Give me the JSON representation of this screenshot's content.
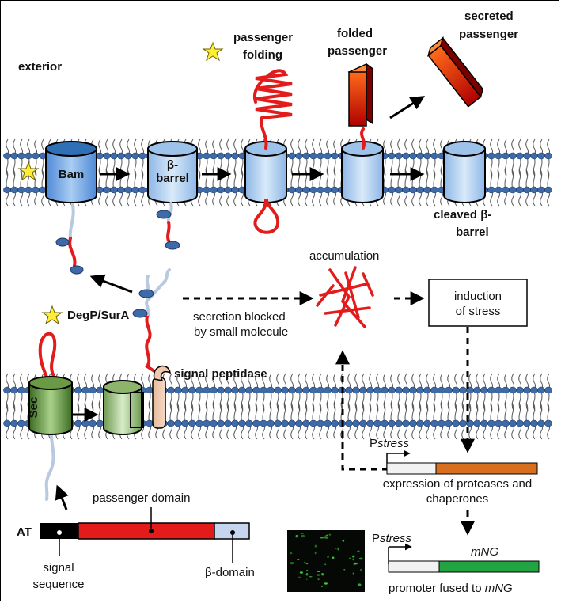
{
  "labels": {
    "exterior": "exterior",
    "passenger_folding": [
      "passenger",
      "folding"
    ],
    "folded_passenger": [
      "folded",
      "passenger"
    ],
    "secreted_passenger": [
      "secreted",
      "passenger"
    ],
    "bam": "Bam",
    "beta_barrel": [
      "β-",
      "barrel"
    ],
    "cleaved_beta_barrel": [
      "cleaved β-",
      "barrel"
    ],
    "accumulation": "accumulation",
    "secretion_blocked": [
      "secretion blocked",
      "by small molecule"
    ],
    "induction_of_stress": [
      "induction",
      "of stress"
    ],
    "degp_sura": "DegP/SurA",
    "signal_peptidase": "signal peptidase",
    "sec": "Sec",
    "pstress_upper": {
      "p": "P",
      "sub": "stress"
    },
    "expression": [
      "expression of proteases and",
      "chaperones"
    ],
    "pstress_lower": {
      "p": "P",
      "sub": "stress"
    },
    "mng": "mNG",
    "promoter_fused": {
      "text": "promoter fused to ",
      "gene": "mNG"
    },
    "passenger_domain": "passenger domain",
    "at": "AT",
    "signal_sequence": [
      "signal",
      "sequence"
    ],
    "beta_domain": "β-domain"
  },
  "colors": {
    "membrane_head": "#3f6aa8",
    "barrel_blue": "#9cc3ec",
    "sec_green": "#5f8a3a",
    "passenger_red": "#e31b1b",
    "star_yellow": "#ffee33",
    "mng_green": "#22a443",
    "protease_orange": "#d86f1e"
  },
  "icons": [
    "star-icon",
    "arrow-icon",
    "fluorescence-micrograph"
  ]
}
